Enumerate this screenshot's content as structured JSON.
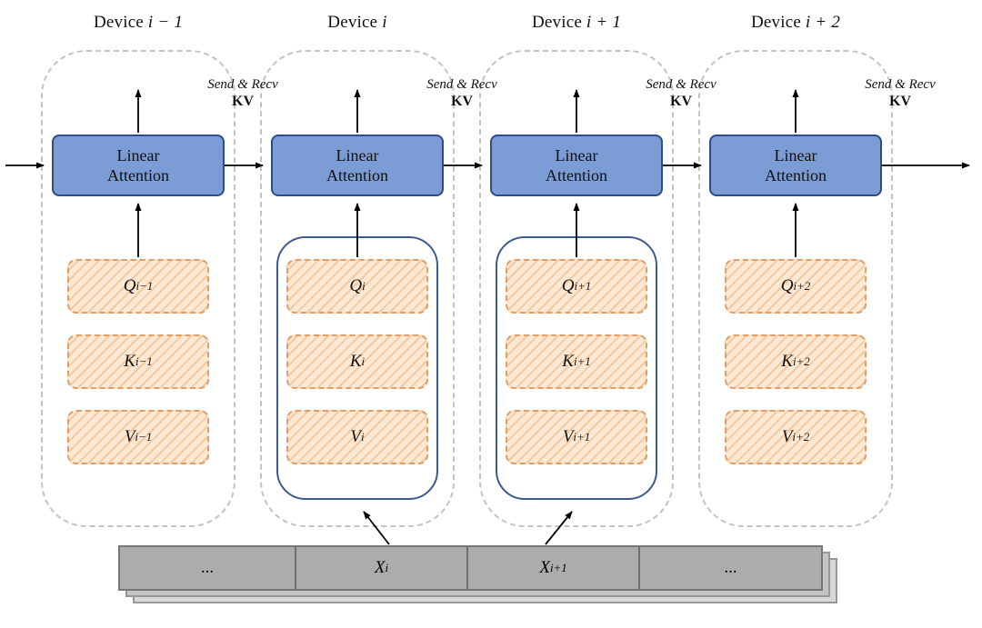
{
  "figure": {
    "description_visible_text_only": "",
    "colors": {
      "attention_fill": "#7B9CD4",
      "attention_border": "#2F4C87",
      "block_fill_light": "#FDE8D3",
      "block_hatch": "#F3C9A2",
      "block_border": "#E29E66",
      "device_dash_border": "#C3C3C3",
      "qkv_container_border": "#3F5A8F",
      "input_bar_fill": "#ACACAC",
      "arrow_color": "#000000"
    }
  },
  "devices": [
    {
      "title_prefix": "Device",
      "title_math": "i − 1",
      "attention_label": "Linear Attention",
      "comm": {
        "send_recv": "Send & Recv",
        "kv": "KV"
      },
      "blocks": [
        {
          "base": "Q",
          "sub": "i−1"
        },
        {
          "base": "K",
          "sub": "i−1"
        },
        {
          "base": "V",
          "sub": "i−1"
        }
      ]
    },
    {
      "title_prefix": "Device",
      "title_math": "i",
      "attention_label": "Linear Attention",
      "comm": {
        "send_recv": "Send & Recv",
        "kv": "KV"
      },
      "blocks": [
        {
          "base": "Q",
          "sub": "i"
        },
        {
          "base": "K",
          "sub": "i"
        },
        {
          "base": "V",
          "sub": "i"
        }
      ]
    },
    {
      "title_prefix": "Device",
      "title_math": "i + 1",
      "attention_label": "Linear Attention",
      "comm": {
        "send_recv": "Send & Recv",
        "kv": "KV"
      },
      "blocks": [
        {
          "base": "Q",
          "sub": "i+1"
        },
        {
          "base": "K",
          "sub": "i+1"
        },
        {
          "base": "V",
          "sub": "i+1"
        }
      ]
    },
    {
      "title_prefix": "Device",
      "title_math": "i + 2",
      "attention_label": "Linear Attention",
      "comm": {
        "send_recv": "Send & Recv",
        "kv": "KV"
      },
      "blocks": [
        {
          "base": "Q",
          "sub": "i+2"
        },
        {
          "base": "K",
          "sub": "i+2"
        },
        {
          "base": "V",
          "sub": "i+2"
        }
      ]
    }
  ],
  "input_bar": {
    "segments": [
      {
        "base": "...",
        "sub": ""
      },
      {
        "base": "X",
        "sub": "i"
      },
      {
        "base": "X",
        "sub": "i+1"
      },
      {
        "base": "...",
        "sub": ""
      }
    ]
  }
}
